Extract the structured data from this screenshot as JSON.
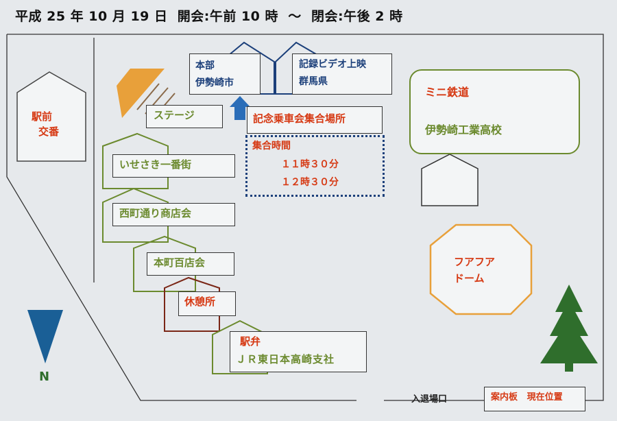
{
  "header": {
    "date": "平成 25 年 10 月 19 日",
    "open": "開会:午前 10 時",
    "tilde": "～",
    "close": "閉会:午後 2 時"
  },
  "police_box": {
    "line1": "駅前",
    "line2": "交番"
  },
  "hq": {
    "label": "本部",
    "sub": "伊勢崎市"
  },
  "video": {
    "label": "記録ビデオ上映",
    "sub": "群馬県"
  },
  "stage": {
    "label": "ステージ"
  },
  "meeting_spot": {
    "label": "記念乗車会集合場所"
  },
  "meeting_times": {
    "title": "集合時間",
    "time1": "１１時３０分",
    "time2": "１２時３０分"
  },
  "mini_railway": {
    "label": "ミニ鉄道",
    "sub": "伊勢崎工業高校"
  },
  "booths": [
    {
      "label": "いせさき一番街"
    },
    {
      "label": "西町通り商店会"
    },
    {
      "label": "本町百店会"
    },
    {
      "label": "休憩所"
    }
  ],
  "ekiben": {
    "label": "駅弁",
    "sub": "ＪＲ東日本高崎支社"
  },
  "dome": {
    "line1": "フアフア",
    "line2": "ドーム"
  },
  "entrance": {
    "label": "入退場口"
  },
  "info_board": {
    "label": "案内板",
    "here": "現在位置"
  },
  "compass": {
    "label": "N"
  },
  "colors": {
    "red": "#d63a14",
    "navy": "#1b3f7a",
    "green": "#6b8a2e",
    "maroon": "#7a2616",
    "orange": "#e8a03a",
    "tree": "#2f6e2c",
    "compass": "#1a5f96"
  }
}
